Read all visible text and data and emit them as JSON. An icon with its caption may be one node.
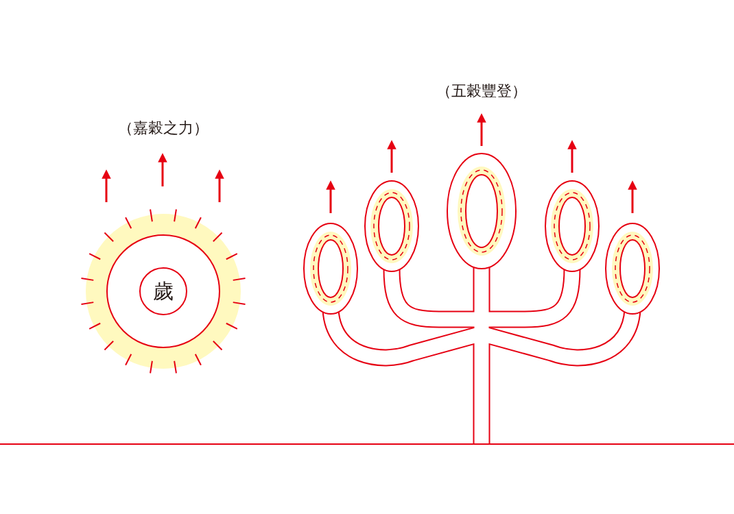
{
  "diagram": {
    "nodes": [
      {
        "text": [],
        "shape": "circle"
      },
      {
        "text": [
          "歲"
        ],
        "in": 0
      }
    ],
    "edges": [],
    "labels": [
      "（嘉穀之力）",
      "（五穀豐登）"
    ]
  }
}
